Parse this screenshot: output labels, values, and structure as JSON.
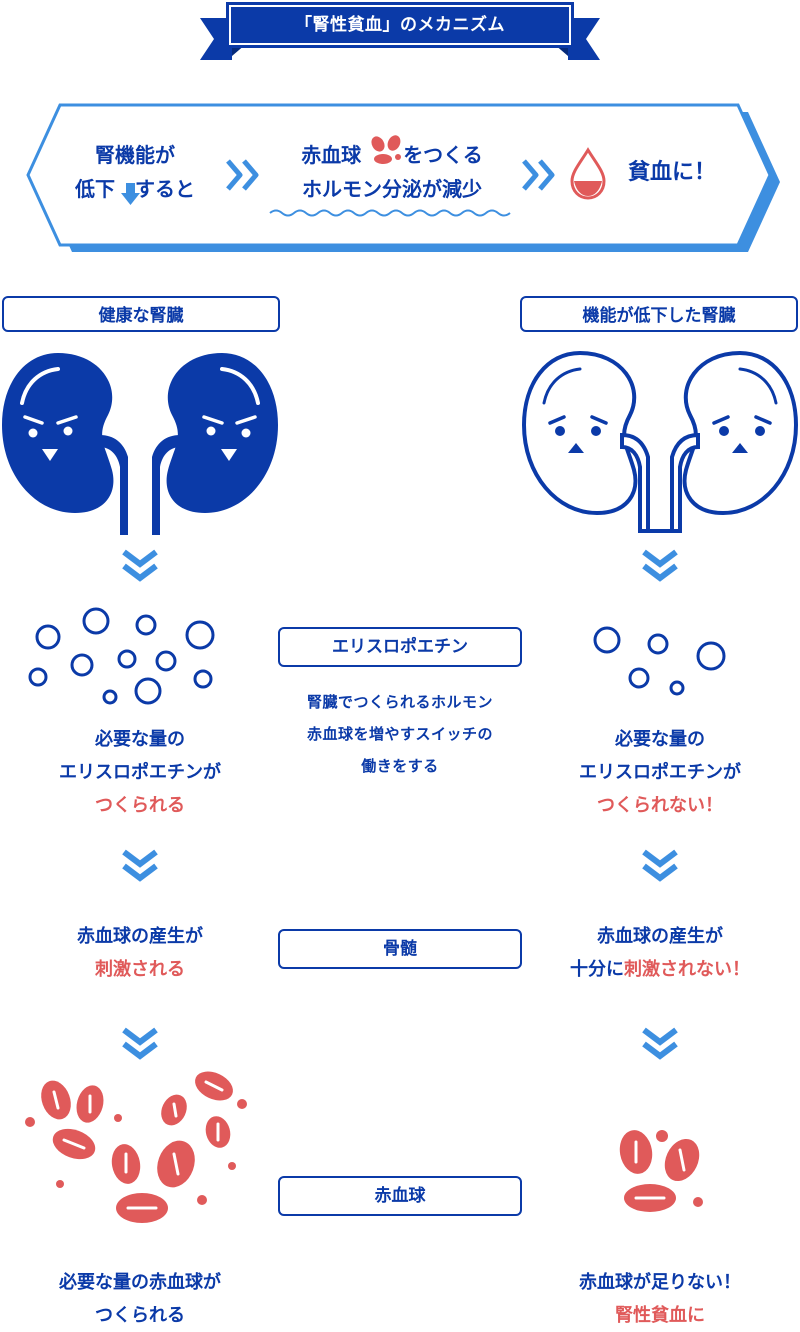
{
  "title": "「腎性貧血」のメカニズム",
  "summary": {
    "step1_line1": "腎機能が",
    "step1_line2a": "低下",
    "step1_line2b": "すると",
    "step2_line1a": "赤血球",
    "step2_line1b": "をつくる",
    "step2_line2": "ホルモン分泌が減少",
    "step3": "貧血に！"
  },
  "left": {
    "label": "健康な腎臓",
    "epo_line1": "必要な量の",
    "epo_line2": "エリスロポエチンが",
    "epo_line3": "つくられる",
    "rbc_line1": "赤血球の産生が",
    "rbc_line2": "刺激される",
    "result_line1": "必要な量の赤血球が",
    "result_line2": "つくられる"
  },
  "right": {
    "label": "機能が低下した腎臓",
    "epo_line1": "必要な量の",
    "epo_line2": "エリスロポエチンが",
    "epo_line3": "つくられない！",
    "rbc_line1": "赤血球の産生が",
    "rbc_line2a": "十分に",
    "rbc_line2b": "刺激されない！",
    "result_line1": "赤血球が足りない！",
    "result_line2": "腎性貧血に"
  },
  "center": {
    "epo_label": "エリスロポエチン",
    "epo_desc1": "腎臓でつくられるホルモン",
    "epo_desc2": "赤血球を増やすスイッチの",
    "epo_desc3": "働きをする",
    "marrow_label": "骨髄",
    "rbc_label": "赤血球"
  },
  "colors": {
    "blue": "#0b3aa8",
    "light_blue": "#3d8fe0",
    "red": "#e05a5a"
  }
}
